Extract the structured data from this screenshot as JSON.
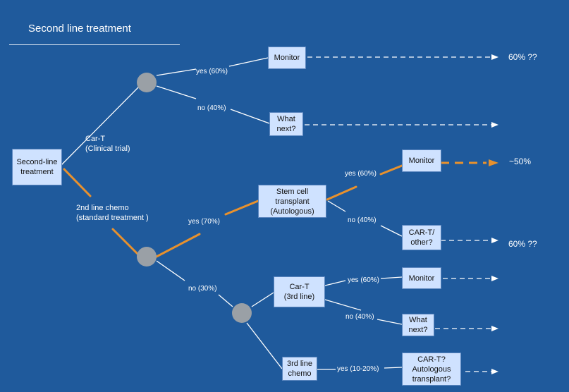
{
  "title": "Second line treatment",
  "boxes": {
    "second_line": "Second-line\ntreatment",
    "monitor_top": "Monitor",
    "what_next_top": "What\nnext?",
    "stem_cell": "Stem cell\ntransplant\n(Autologous)",
    "monitor_mid": "Monitor",
    "cart_other": "CAR-T/\nother?",
    "cart_3rd": "Car-T\n(3rd line)",
    "monitor_low": "Monitor",
    "what_next_low": "What\nnext?",
    "chemo_3rd": "3rd line\nchemo",
    "cart_auto": "CAR-T?\nAutologous\ntransplant?"
  },
  "labels": {
    "cart_trial": "Car-T\n(Clinical trial)",
    "chemo_2nd": "2nd line chemo\n(standard treatment )",
    "yes_60_top": "yes (60%)",
    "no_40_top": "no (40%)",
    "yes_70": "yes (70%)",
    "no_30": "no (30%)",
    "yes_60_mid": "yes (60%)",
    "no_40_mid": "no (40%)",
    "yes_60_low": "yes (60%)",
    "no_40_low": "no (40%)",
    "yes_10_20": "yes (10-20%)"
  },
  "outcomes": {
    "top": "60% ??",
    "mid": "~50%",
    "cart_other": "60% ??"
  },
  "colors": {
    "background": "#1f5a9c",
    "box_fill": "#cfe2ff",
    "line": "#ffffff",
    "highlight": "#e8912d",
    "node": "#9aa0a6"
  }
}
